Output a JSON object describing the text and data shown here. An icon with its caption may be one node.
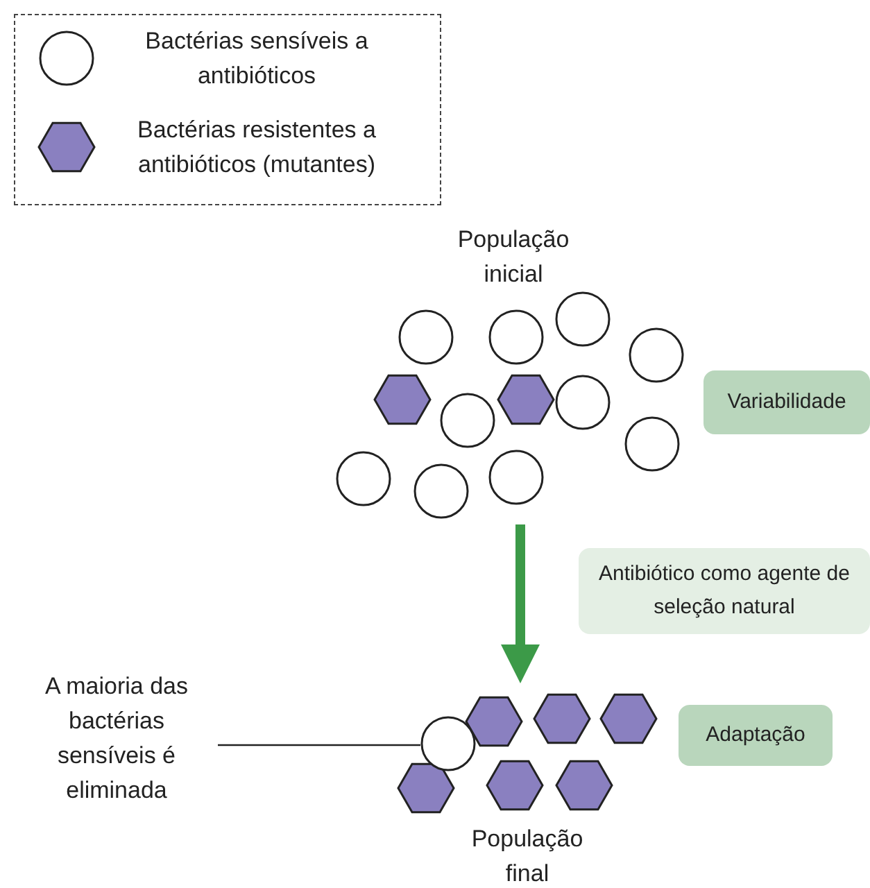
{
  "diagram": {
    "nodes": [
      {
        "text": [
          "População inicial"
        ]
      },
      {
        "text": [
          "Variabilidade"
        ]
      },
      {
        "text": [
          "Antibiótico como agente de seleção natural"
        ]
      },
      {
        "text": [
          "A maioria das bactérias sensíveis é eliminada"
        ]
      },
      {
        "text": [
          "População final"
        ]
      },
      {
        "text": [],
        "shape": "circle",
        "in": 4
      },
      {
        "text": [
          "Adaptação"
        ]
      }
    ],
    "edges": [
      {
        "from": 0,
        "to": 4,
        "arrow": "to",
        "style": "thick",
        "color": "#3c9a48"
      },
      {
        "from": 3,
        "to": 5,
        "arrow": "none",
        "color": "#222222"
      }
    ],
    "legend": [
      {
        "text": "Bactérias sensíveis a antibióticos"
      },
      {
        "text": "Bactérias resistentes a antibióticos (mutantes)"
      }
    ]
  }
}
